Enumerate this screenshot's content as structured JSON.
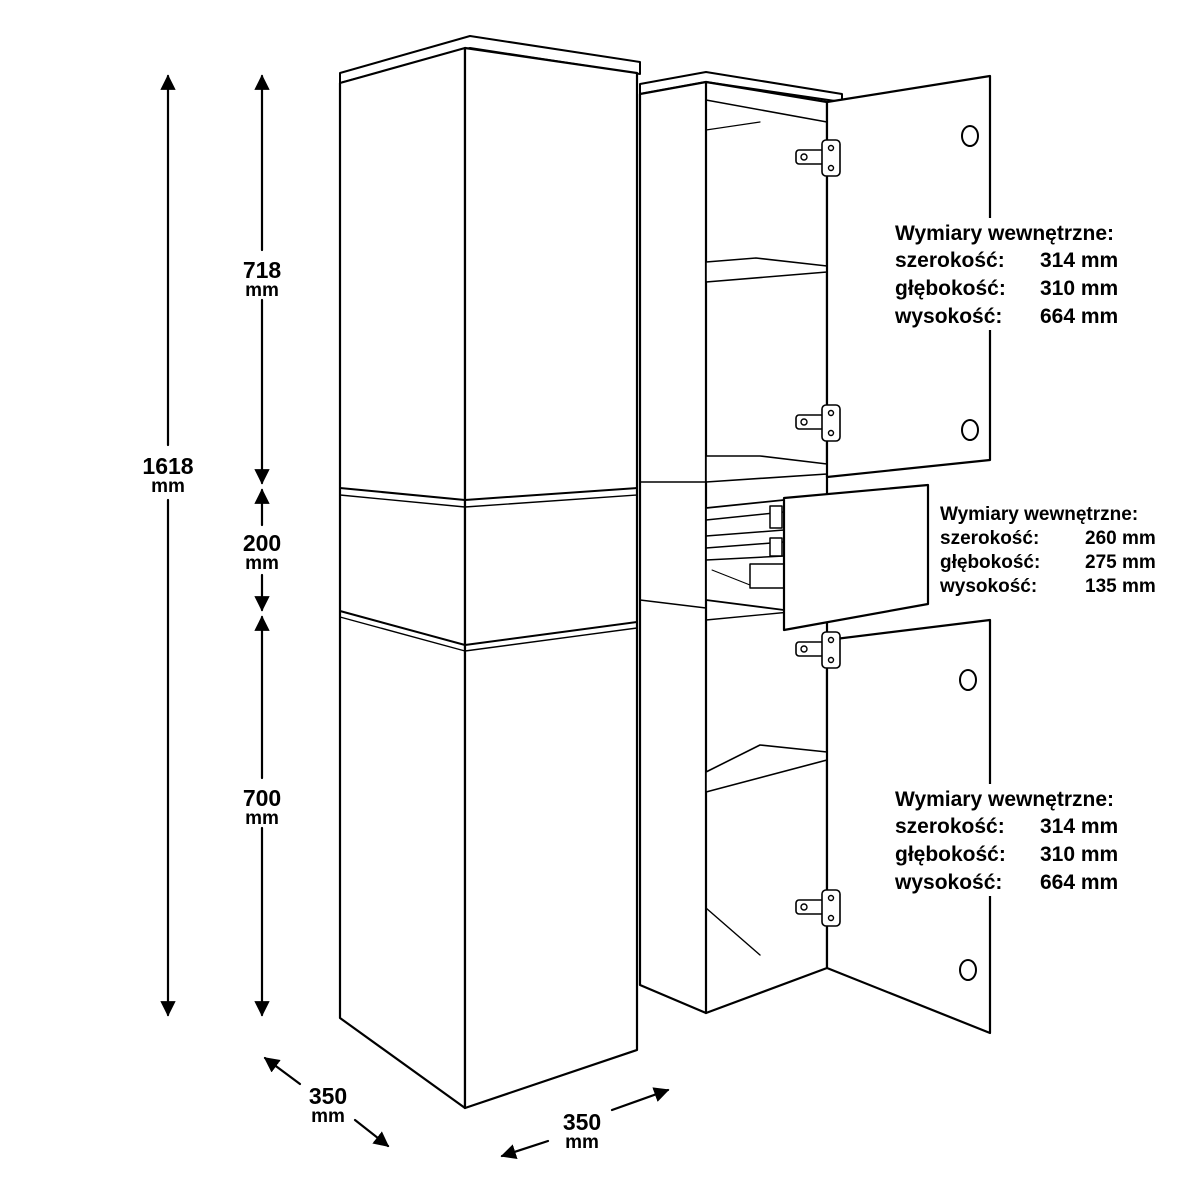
{
  "dimensions": {
    "total_height": {
      "value": "1618",
      "unit": "mm"
    },
    "top_section": {
      "value": "718",
      "unit": "mm"
    },
    "middle_section": {
      "value": "200",
      "unit": "mm"
    },
    "bottom_section": {
      "value": "700",
      "unit": "mm"
    },
    "depth": {
      "value": "350",
      "unit": "mm"
    },
    "width": {
      "value": "350",
      "unit": "mm"
    }
  },
  "specs": [
    {
      "title": "Wymiary wewnętrzne:",
      "rows": [
        {
          "label": "szerokość:",
          "value": "314 mm"
        },
        {
          "label": "głębokość:",
          "value": "310 mm"
        },
        {
          "label": "wysokość:",
          "value": "664 mm"
        }
      ]
    },
    {
      "title": "Wymiary wewnętrzne:",
      "rows": [
        {
          "label": "szerokość:",
          "value": "260 mm"
        },
        {
          "label": "głębokość:",
          "value": "275 mm"
        },
        {
          "label": "wysokość:",
          "value": "135 mm"
        }
      ]
    },
    {
      "title": "Wymiary wewnętrzne:",
      "rows": [
        {
          "label": "szerokość:",
          "value": "314 mm"
        },
        {
          "label": "głębokość:",
          "value": "310 mm"
        },
        {
          "label": "wysokość:",
          "value": "664 mm"
        }
      ]
    }
  ]
}
